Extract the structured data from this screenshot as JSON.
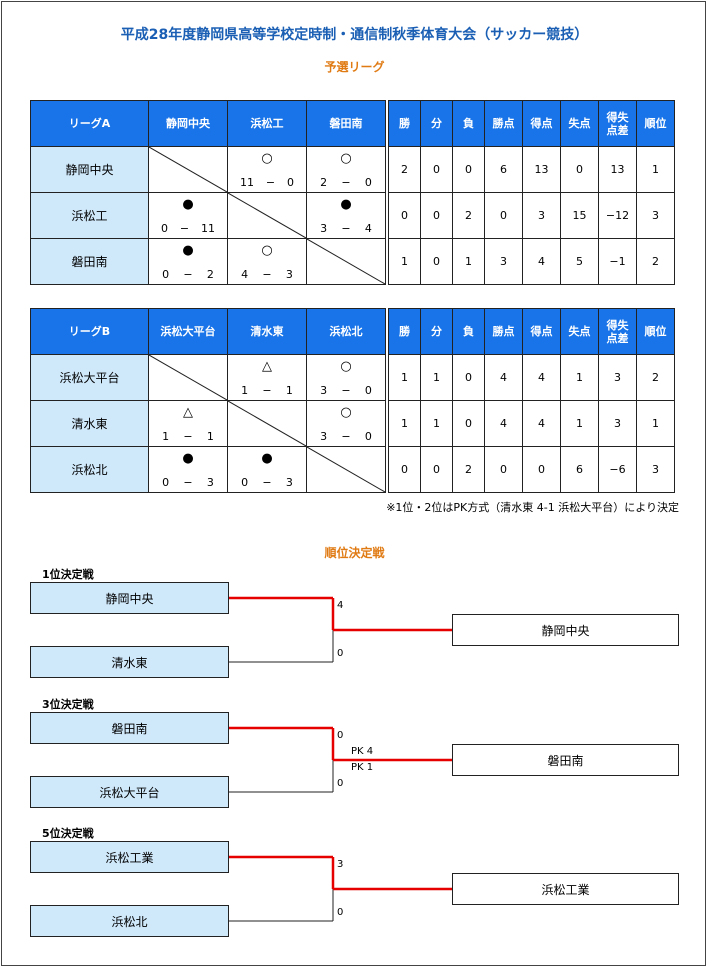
{
  "title": "平成28年度静岡県高等学校定時制・通信制秋季体育大会（サッカー競技）",
  "league_subtitle": "予選リーグ",
  "columns": [
    "勝",
    "分",
    "負",
    "勝点",
    "得点",
    "失点",
    "得失\n点差",
    "順位"
  ],
  "leagues": [
    {
      "label": "リーグA",
      "teams": [
        "静岡中央",
        "浜松工",
        "磐田南"
      ],
      "rows": [
        {
          "team": "静岡中央",
          "results": [
            null,
            {
              "mark": "○",
              "a": "11",
              "b": "0"
            },
            {
              "mark": "○",
              "a": "2",
              "b": "0"
            }
          ],
          "stats": [
            "2",
            "0",
            "0",
            "6",
            "13",
            "0",
            "13",
            "1"
          ]
        },
        {
          "team": "浜松工",
          "results": [
            {
              "mark": "●",
              "a": "0",
              "b": "11"
            },
            null,
            {
              "mark": "●",
              "a": "3",
              "b": "4"
            }
          ],
          "stats": [
            "0",
            "0",
            "2",
            "0",
            "3",
            "15",
            "−12",
            "3"
          ]
        },
        {
          "team": "磐田南",
          "results": [
            {
              "mark": "●",
              "a": "0",
              "b": "2"
            },
            {
              "mark": "○",
              "a": "4",
              "b": "3"
            },
            null
          ],
          "stats": [
            "1",
            "0",
            "1",
            "3",
            "4",
            "5",
            "−1",
            "2"
          ]
        }
      ]
    },
    {
      "label": "リーグB",
      "teams": [
        "浜松大平台",
        "清水東",
        "浜松北"
      ],
      "rows": [
        {
          "team": "浜松大平台",
          "results": [
            null,
            {
              "mark": "△",
              "a": "1",
              "b": "1"
            },
            {
              "mark": "○",
              "a": "3",
              "b": "0"
            }
          ],
          "stats": [
            "1",
            "1",
            "0",
            "4",
            "4",
            "1",
            "3",
            "2"
          ]
        },
        {
          "team": "清水東",
          "results": [
            {
              "mark": "△",
              "a": "1",
              "b": "1"
            },
            null,
            {
              "mark": "○",
              "a": "3",
              "b": "0"
            }
          ],
          "stats": [
            "1",
            "1",
            "0",
            "4",
            "4",
            "1",
            "3",
            "1"
          ]
        },
        {
          "team": "浜松北",
          "results": [
            {
              "mark": "●",
              "a": "0",
              "b": "3"
            },
            {
              "mark": "●",
              "a": "0",
              "b": "3"
            },
            null
          ],
          "stats": [
            "0",
            "0",
            "2",
            "0",
            "0",
            "6",
            "−6",
            "3"
          ]
        }
      ]
    }
  ],
  "note": "※1位・2位はPK方式（清水東 4-1 浜松大平台）により決定",
  "finals_subtitle": "順位決定戦",
  "finals": [
    {
      "label": "1位決定戦",
      "top": "静岡中央",
      "bottom": "清水東",
      "top_score": "4",
      "bottom_score": "0",
      "pk": null,
      "winner": "静岡中央",
      "winner_side": "top"
    },
    {
      "label": "3位決定戦",
      "top": "磐田南",
      "bottom": "浜松大平台",
      "top_score": "0",
      "bottom_score": "0",
      "pk": [
        "PK 4",
        "PK 1"
      ],
      "winner": "磐田南",
      "winner_side": "top"
    },
    {
      "label": "5位決定戦",
      "top": "浜松工業",
      "bottom": "浜松北",
      "top_score": "3",
      "bottom_score": "0",
      "pk": null,
      "winner": "浜松工業",
      "winner_side": "top"
    }
  ],
  "colors": {
    "title": "#1a5fb4",
    "subtitle": "#e07b14",
    "header": "#1874e8",
    "team_bg": "#cfe8fa",
    "win_line": "#e60000"
  }
}
